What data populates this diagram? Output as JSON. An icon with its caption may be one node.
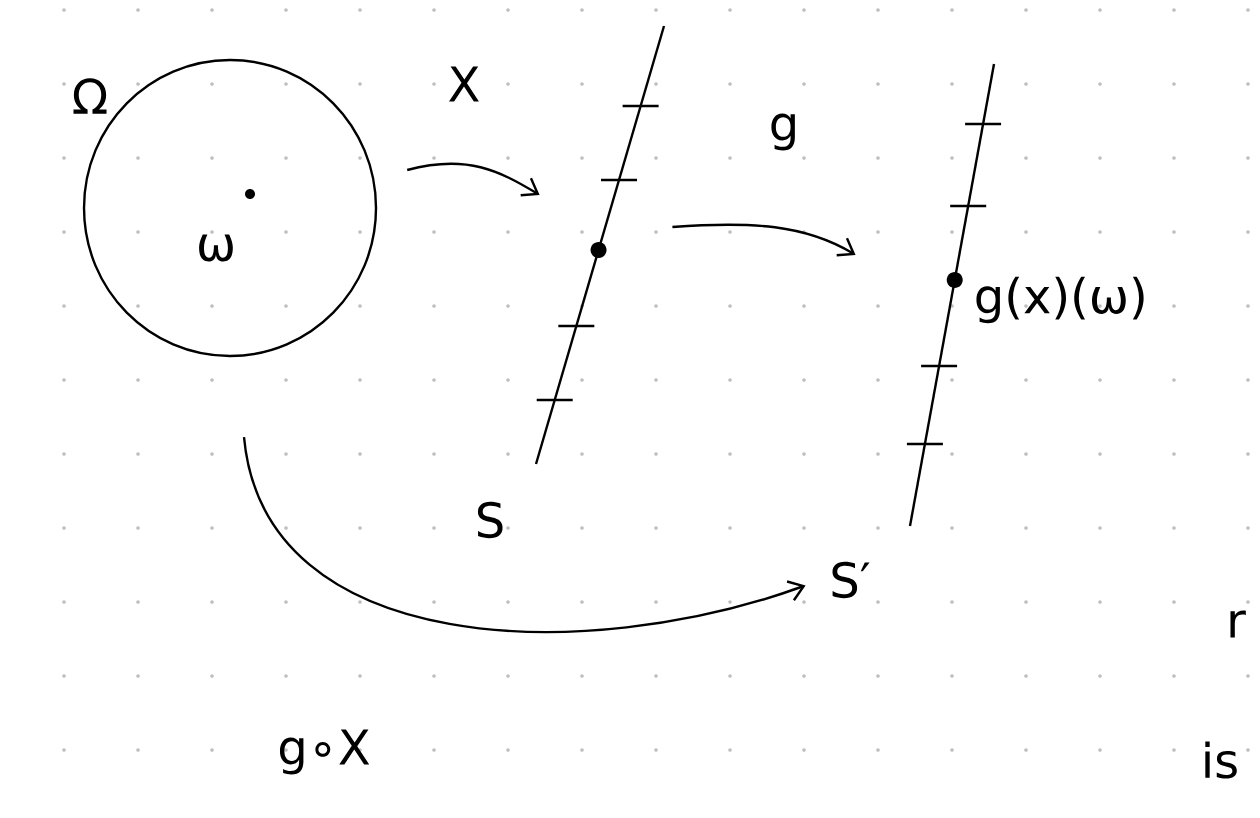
{
  "diagram": {
    "nodes": [
      {
        "text": [
          "Ω",
          "ω"
        ]
      },
      {
        "text": [
          "S"
        ]
      },
      {
        "text": [
          "S′"
        ],
        "beside": [
          "g(x)(ω)"
        ]
      }
    ],
    "edges": [
      {
        "from": 0,
        "to": 1,
        "arrow": "to",
        "label": "X"
      },
      {
        "from": 1,
        "to": 2,
        "arrow": "to",
        "label": "g"
      },
      {
        "from": 0,
        "to": 2,
        "arrow": "to",
        "label": "g∘X"
      }
    ],
    "labels": [
      "r",
      "is"
    ]
  }
}
